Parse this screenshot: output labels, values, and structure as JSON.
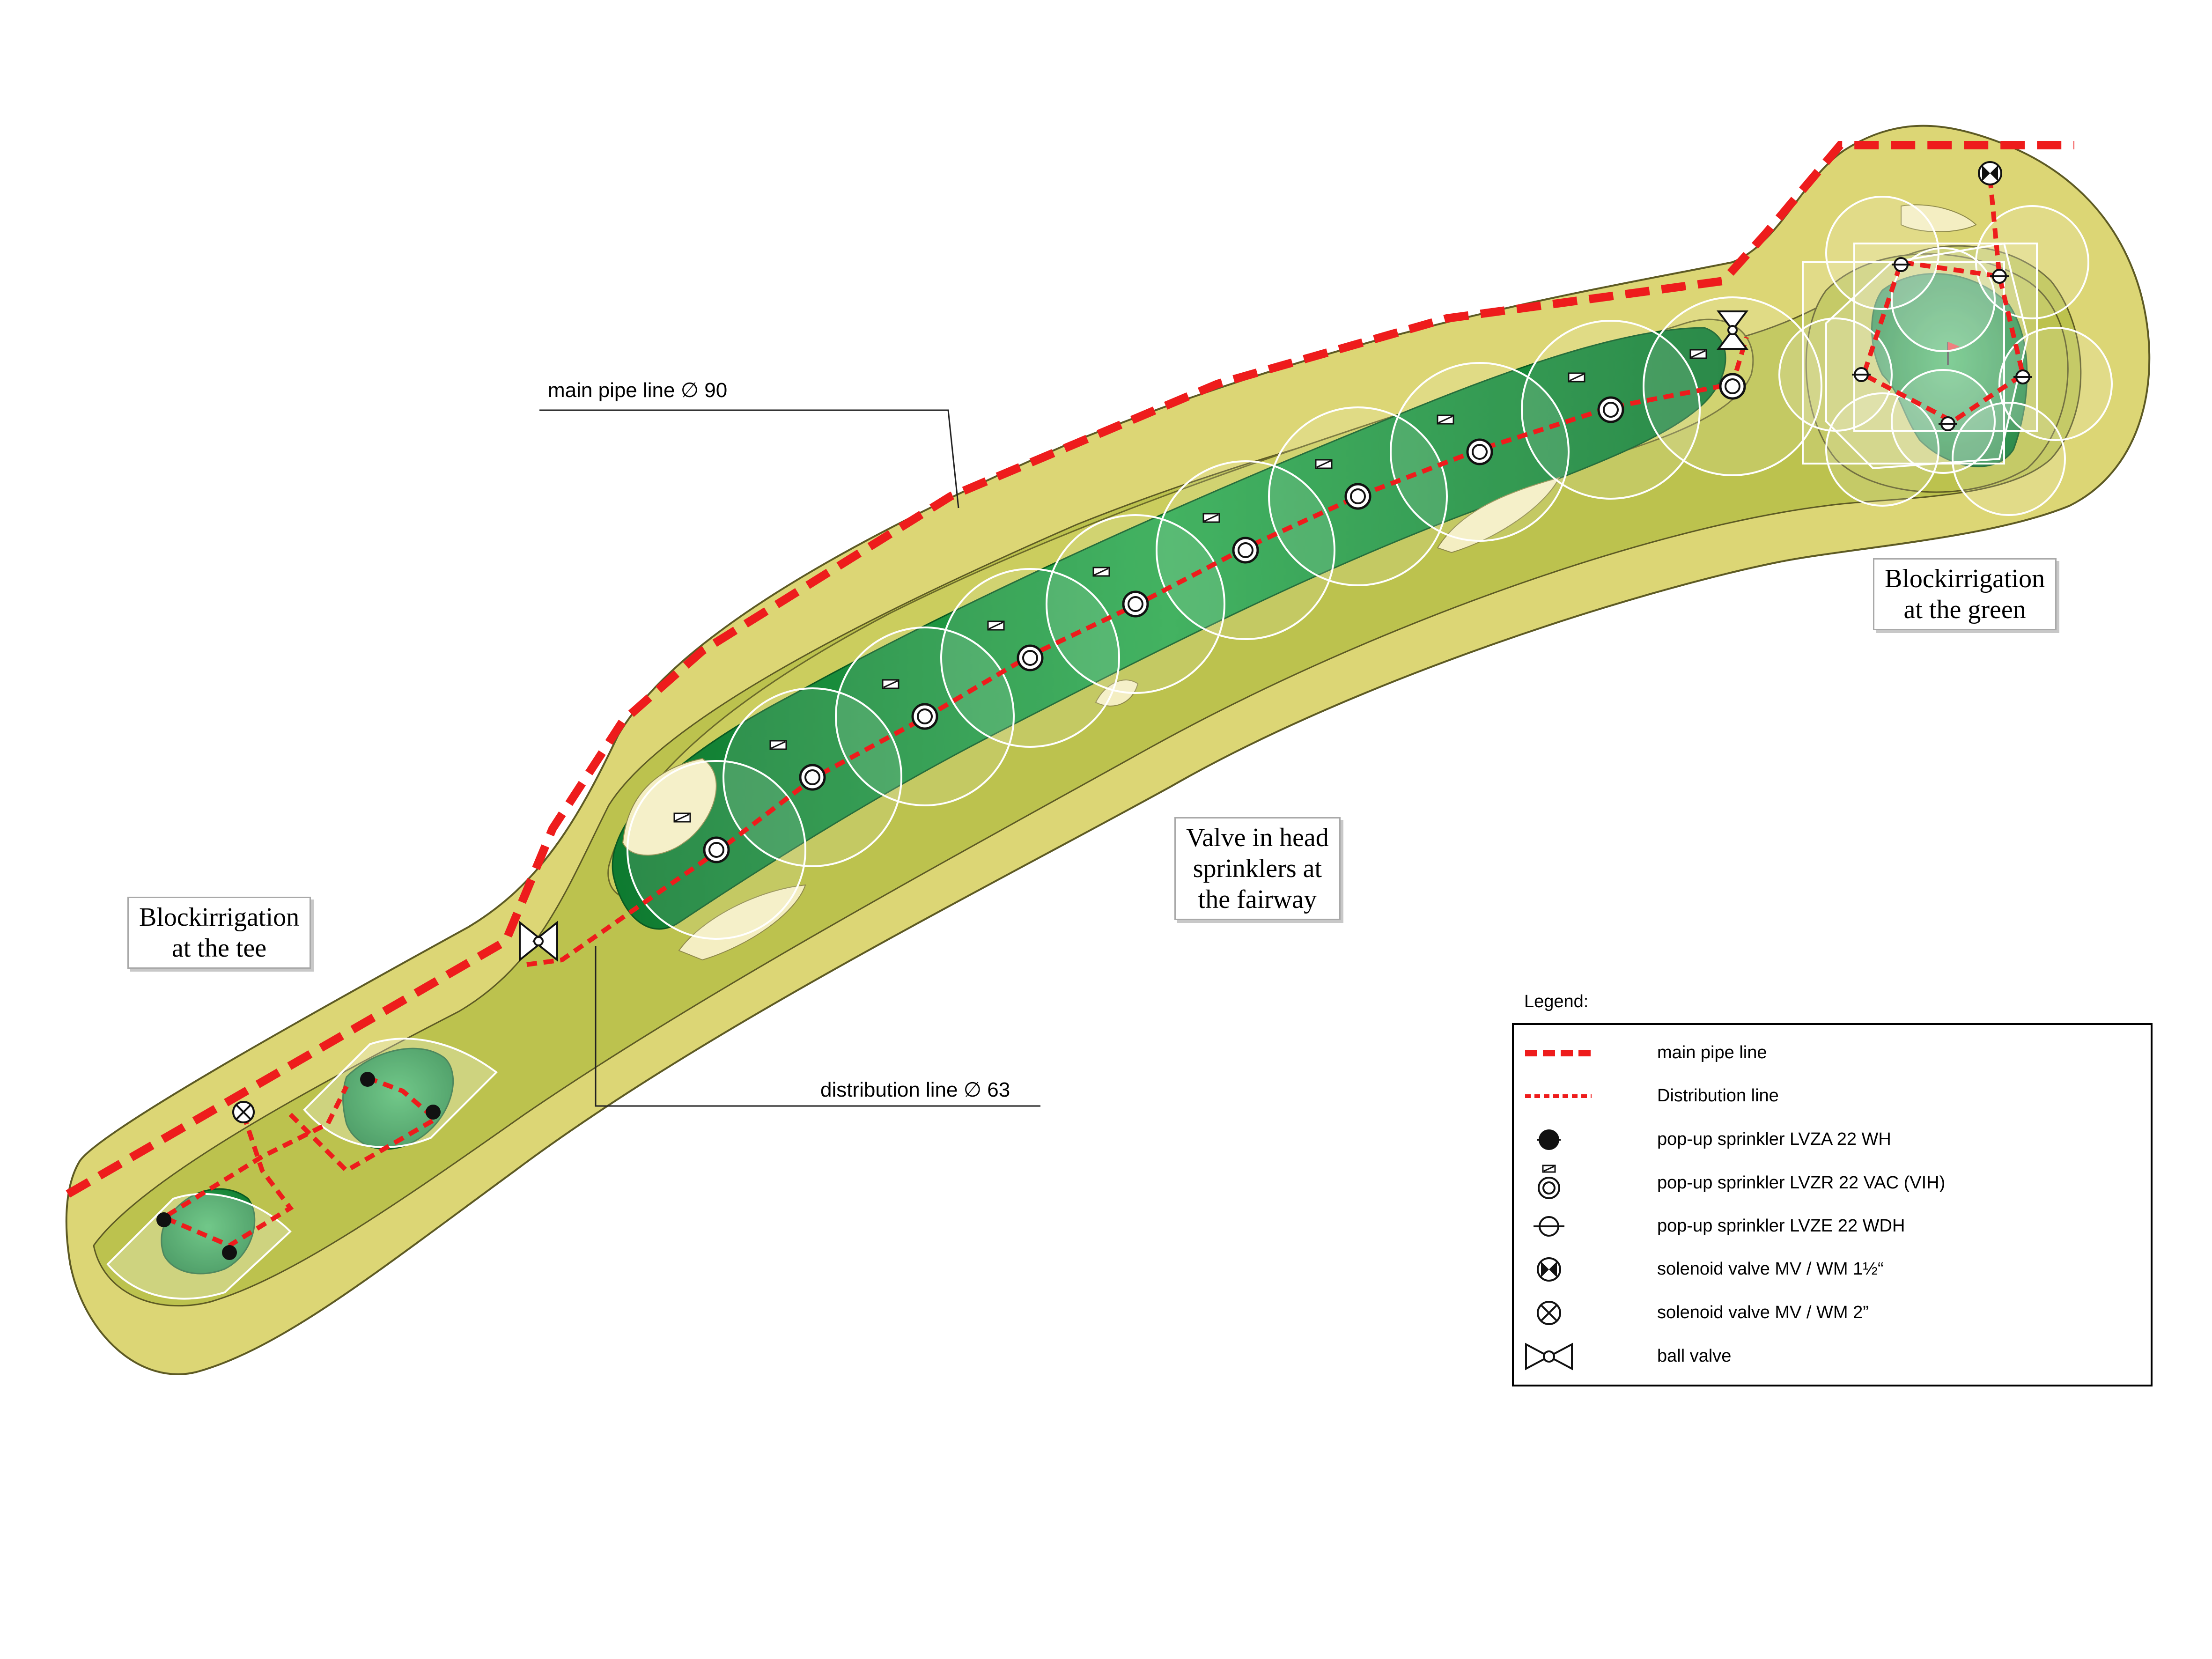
{
  "callouts": {
    "main_pipe": "main pipe line ∅ 90",
    "distribution": "distribution line ∅ 63"
  },
  "labels": {
    "tee": [
      "Blockirrigation",
      "at the tee"
    ],
    "fairway": [
      "Valve in head",
      "sprinklers at",
      "the fairway"
    ],
    "green": [
      "Blockirrigation",
      "at the green"
    ]
  },
  "legend": {
    "title": "Legend:",
    "items": [
      {
        "symbol": "main-pipe-line",
        "label": "main pipe line"
      },
      {
        "symbol": "distribution-line",
        "label": "Distribution line"
      },
      {
        "symbol": "sprinkler-lvza",
        "label": "pop-up sprinkler LVZA 22 WH"
      },
      {
        "symbol": "sprinkler-lvzr",
        "label": "pop-up sprinkler LVZR 22 VAC (VIH)"
      },
      {
        "symbol": "sprinkler-lvze",
        "label": "pop-up sprinkler LVZE 22 WDH"
      },
      {
        "symbol": "solenoid-valve-1-5",
        "label": "solenoid valve MV / WM 1½“"
      },
      {
        "symbol": "solenoid-valve-2",
        "label": "solenoid valve MV / WM 2”"
      },
      {
        "symbol": "ball-valve",
        "label": "ball valve"
      }
    ]
  },
  "colors": {
    "rough": "#dcd675",
    "semi_rough": "#bcc24e",
    "fairway": "#1f9a42",
    "fairway_dark": "#0f7a30",
    "bunker": "#f4eec2",
    "pipe": "#ee1c1c",
    "outline": "#5d5a24"
  }
}
